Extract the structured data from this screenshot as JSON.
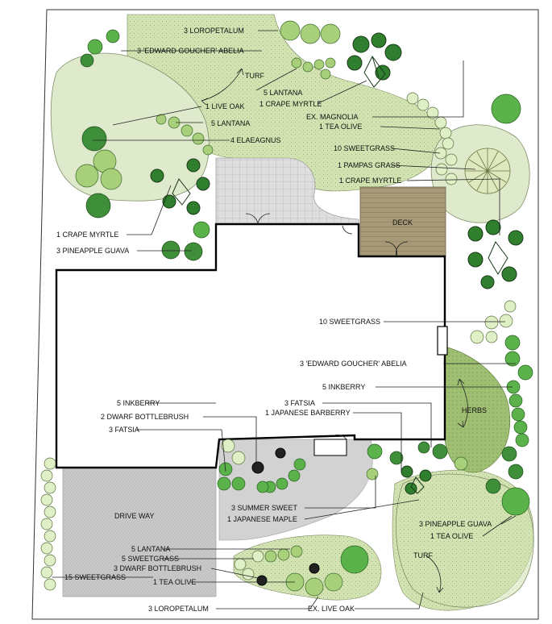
{
  "labels": {
    "loropetalum_top": "3 LOROPETALUM",
    "abelia_top": "3 'EDWARD GOUCHER' ABELIA",
    "turf_top": "TURF",
    "lantana_top": "5 LANTANA",
    "crape_myrtle_top": "1 CRAPE MYRTLE",
    "live_oak": "1 LIVE OAK",
    "lantana_mid": "5 LANTANA",
    "elaeagnus": "4 ELAEAGNUS",
    "ex_magnolia": "EX. MAGNOLIA",
    "tea_olive_top": "1 TEA  OLIVE",
    "sweetgrass_10_top": "10 SWEETGRASS",
    "pampas_grass": "1 PAMPAS GRASS",
    "crape_myrtle_right": "1 CRAPE MYRTLE",
    "deck": "DECK",
    "crape_myrtle_left": "1 CRAPE MYRTLE",
    "pineapple_guava_left": "3 PINEAPPLE GUAVA",
    "sweetgrass_10_right": "10 SWEETGRASS",
    "abelia_right": "3  'EDWARD GOUCHER' ABELIA",
    "inkberry_right": "5 INKBERRY",
    "herbs": "HERBS",
    "inkberry_front": "5 INKBERRY",
    "fatsia_right": "3 FATSIA",
    "dwarf_bottlebrush_front": "2 DWARF BOTTLEBRUSH",
    "japanese_barberry": "1 JAPANESE BARBERRY",
    "fatsia_left": "3 FATSIA",
    "drive_way": "DRIVE WAY",
    "summer_sweet": "3 SUMMER SWEET",
    "japanese_maple": "1 JAPANESE MAPLE",
    "pineapple_guava_right": "3 PINEAPPLE GUAVA",
    "tea_olive_right": "1 TEA  OLIVE",
    "lantana_bottom": "5 LANTANA",
    "sweetgrass_5": "5 SWEETGRASS",
    "dwarf_bottlebrush_bottom": "3 DWARF BOTTLEBRUSH",
    "sweetgrass_15": "15 SWEETGRASS",
    "tea_olive_bottom": "1 TEA  OLIVE",
    "turf_bottom": "TURF",
    "loropetalum_bottom": "3 LOROPETALUM",
    "ex_live_oak": "EX. LIVE OAK"
  },
  "colors": {
    "lawn": "#d6e6b8",
    "herbs_bed": "#9fbf72",
    "deck": "#a79a78",
    "paving": "#dcdcdc",
    "shrub_dark": "#3f8f3a"
  },
  "icons": [
    "tree-canopy-icon",
    "crape-myrtle-icon",
    "shrub-icon",
    "pampas-grass-icon",
    "door-swing-icon"
  ]
}
